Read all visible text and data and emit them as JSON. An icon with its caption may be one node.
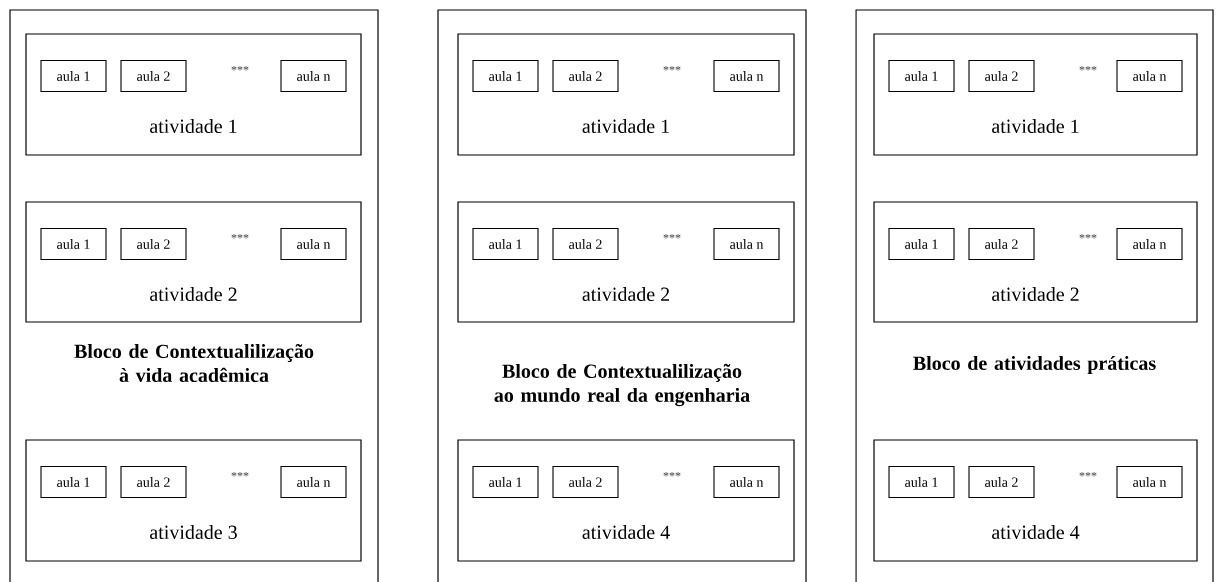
{
  "diagram": {
    "nodes": [
      {
        "text": [
          "Bloco de Contextualilização à vida acadêmica"
        ]
      },
      {
        "text": [
          "***",
          "atividade 1"
        ],
        "in": 0
      },
      {
        "text": [
          "aula 1"
        ],
        "in": 1
      },
      {
        "text": [
          "aula 2"
        ],
        "in": 1
      },
      {
        "text": [
          "aula  n"
        ],
        "in": 1
      },
      {
        "text": [
          "***",
          "atividade 2"
        ],
        "in": 0
      },
      {
        "text": [
          "aula 1"
        ],
        "in": 5
      },
      {
        "text": [
          "aula 2"
        ],
        "in": 5
      },
      {
        "text": [
          "aula  n"
        ],
        "in": 5
      },
      {
        "text": [
          "***",
          "atividade 3"
        ],
        "in": 0
      },
      {
        "text": [
          "aula 1"
        ],
        "in": 9
      },
      {
        "text": [
          "aula 2"
        ],
        "in": 9
      },
      {
        "text": [
          "aula  n"
        ],
        "in": 9
      },
      {
        "text": [
          "Bloco de Contextualilização ao mundo real da engenharia"
        ]
      },
      {
        "text": [
          "***",
          "atividade 1"
        ],
        "in": 13
      },
      {
        "text": [
          "aula 1"
        ],
        "in": 14
      },
      {
        "text": [
          "aula 2"
        ],
        "in": 14
      },
      {
        "text": [
          "aula  n"
        ],
        "in": 14
      },
      {
        "text": [
          "***",
          "atividade 2"
        ],
        "in": 13
      },
      {
        "text": [
          "aula 1"
        ],
        "in": 18
      },
      {
        "text": [
          "aula 2"
        ],
        "in": 18
      },
      {
        "text": [
          "aula  n"
        ],
        "in": 18
      },
      {
        "text": [
          "***",
          "atividade 4"
        ],
        "in": 13
      },
      {
        "text": [
          "aula 1"
        ],
        "in": 22
      },
      {
        "text": [
          "aula 2"
        ],
        "in": 22
      },
      {
        "text": [
          "aula  n"
        ],
        "in": 22
      },
      {
        "text": [
          "Bloco de atividades práticas"
        ]
      },
      {
        "text": [
          "***",
          "atividade 1"
        ],
        "in": 26
      },
      {
        "text": [
          "aula 1"
        ],
        "in": 27
      },
      {
        "text": [
          "aula 2"
        ],
        "in": 27
      },
      {
        "text": [
          "aula n"
        ],
        "in": 27
      },
      {
        "text": [
          "***",
          "atividade 2"
        ],
        "in": 26
      },
      {
        "text": [
          "aula 1"
        ],
        "in": 31
      },
      {
        "text": [
          "aula 2"
        ],
        "in": 31
      },
      {
        "text": [
          "aula n"
        ],
        "in": 31
      },
      {
        "text": [
          "***",
          "atividade 4"
        ],
        "in": 26
      },
      {
        "text": [
          "aula 1"
        ],
        "in": 35
      },
      {
        "text": [
          "aula 2"
        ],
        "in": 35
      },
      {
        "text": [
          "aula n"
        ],
        "in": 35
      }
    ]
  }
}
